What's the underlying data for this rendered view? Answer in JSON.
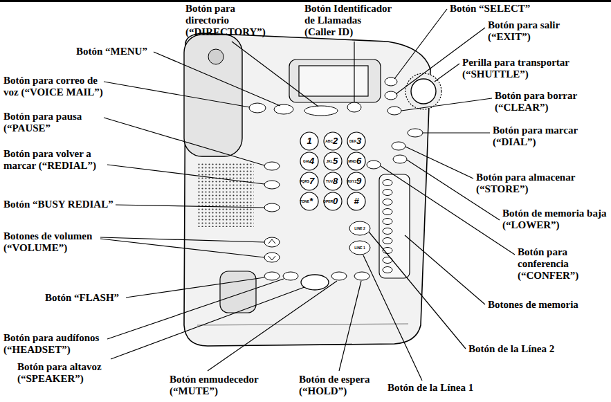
{
  "diagram": {
    "labels": [
      "Botón “MENU”",
      "Botón para directorio (“DIRECTORY”)",
      "Botón Identificador de Llamadas (Caller ID)",
      "Botón “SELECT”",
      "Botón para salir (“EXIT”)",
      "Botón para correo de voz (“VOICE MAIL”)",
      "Perilla para transportar (“SHUTTLE”)",
      "Botón para pausa (“PAUSE”",
      "Botón para borrar (“CLEAR”)",
      "Botón para volver a marcar (“REDIAL”)",
      "Botón para marcar (“DIAL”)",
      "Botón “BUSY REDIAL”",
      "Botón para almacenar (“STORE”)",
      "Botón de memoria baja (“LOWER”)",
      "Botones de volumen (“VOLUME”)",
      "Botón para conferencia (“CONFER”)",
      "Botón “FLASH”",
      "Botones de memoria",
      "Botón de la Línea 2",
      "Botón para audífonos (“HEADSET”)",
      "Botón de la Línea 1",
      "Botón para altavoz (“SPEAKER”)",
      "Botón enmudecedor (“MUTE”)",
      "Botón de espera (“HOLD”)",
      "1",
      "ABC",
      "2",
      "DEF",
      "3",
      "GHI",
      "4",
      "JKL",
      "5",
      "MNO",
      "6",
      "PQRS",
      "7",
      "TUV",
      "8",
      "WXYZ",
      "9",
      "TONE",
      "*",
      "OPER",
      "0",
      "#",
      "LINE 2",
      "LINE 1"
    ]
  }
}
